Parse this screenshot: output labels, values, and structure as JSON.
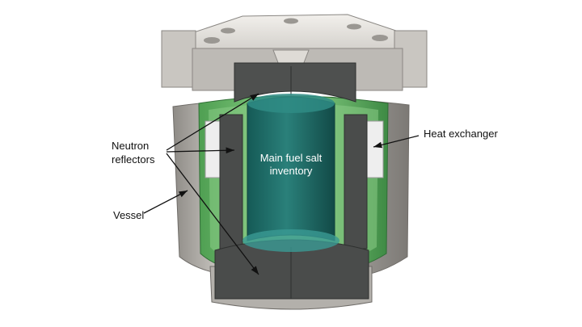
{
  "labels": {
    "neutron_line1": "Neutron",
    "neutron_line2": "reflectors",
    "vessel": "Vessel",
    "heat_exchanger": "Heat exchanger",
    "fuel_line1": "Main fuel salt",
    "fuel_line2": "inventory"
  },
  "colors": {
    "steel_light": "#d9d6d1",
    "steel_mid": "#a9a6a1",
    "steel_dark": "#7f7c78",
    "reflector": "#4a4c4b",
    "reflector_dark": "#353736",
    "fuel_salt": "#1f6f6a",
    "fuel_salt_dark": "#145450",
    "green_channel": "#6fbf6a",
    "green_dark": "#3f8f45",
    "hx_plate": "#e6e6e6"
  }
}
